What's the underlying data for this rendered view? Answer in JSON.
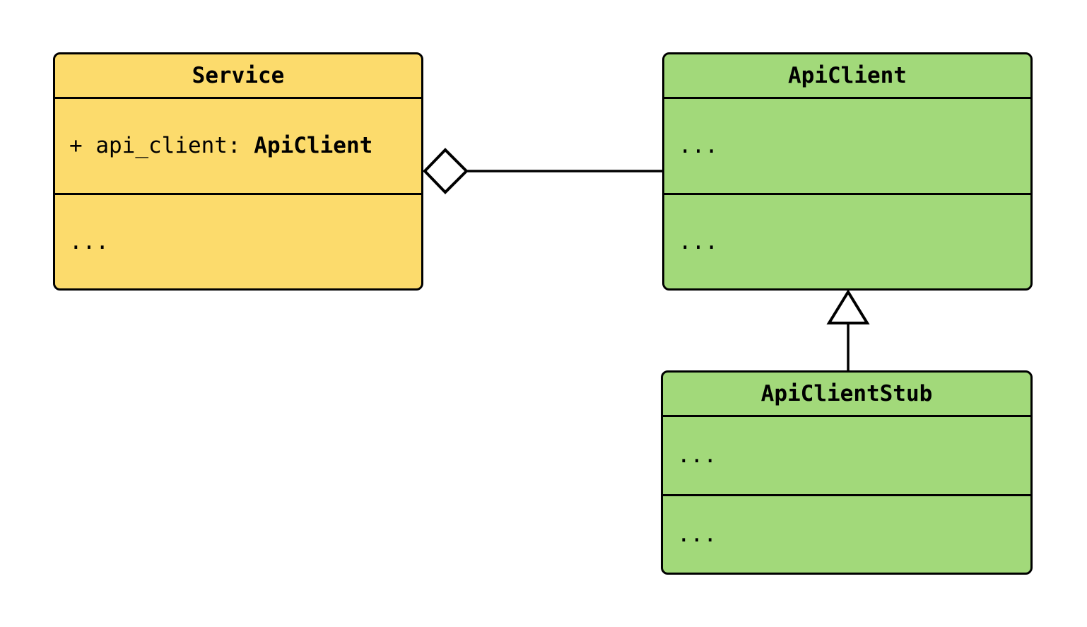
{
  "diagram": {
    "kind": "uml-class-diagram",
    "background_color": "#ffffff",
    "stroke_color": "#000000",
    "classes": [
      {
        "name": "Service",
        "fill": "#FCDB6C",
        "attribute_prefix": "+ api_client: ",
        "attribute_type": "ApiClient",
        "methods_placeholder": "..."
      },
      {
        "name": "ApiClient",
        "fill": "#A2D97A",
        "attributes_placeholder": "...",
        "methods_placeholder": "..."
      },
      {
        "name": "ApiClientStub",
        "fill": "#A2D97A",
        "attributes_placeholder": "...",
        "methods_placeholder": "..."
      }
    ],
    "relationships": [
      {
        "type": "aggregation",
        "owner": "Service",
        "part": "ApiClient",
        "marker": "open-diamond"
      },
      {
        "type": "inheritance",
        "child": "ApiClientStub",
        "parent": "ApiClient",
        "marker": "open-triangle"
      }
    ]
  }
}
